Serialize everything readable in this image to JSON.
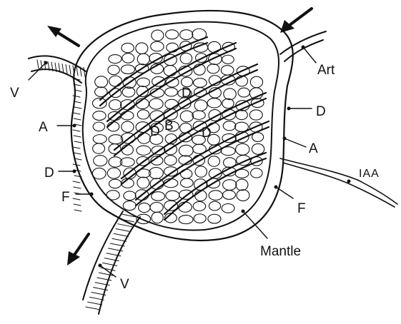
{
  "labels": {
    "v_top": "V",
    "v_bottom": "V",
    "art": "Art",
    "a_left": "A",
    "a_right": "A",
    "d_left": "D",
    "d_right": "D",
    "d_inner_top": "D",
    "d_inner_left": "D",
    "d_inner_right": "D",
    "b_center": "B",
    "f_left": "F",
    "f_right": "F",
    "iaa": "IAA",
    "mantle": "Mantle"
  },
  "colors": {
    "ink": "#111111",
    "background": "#ffffff"
  }
}
